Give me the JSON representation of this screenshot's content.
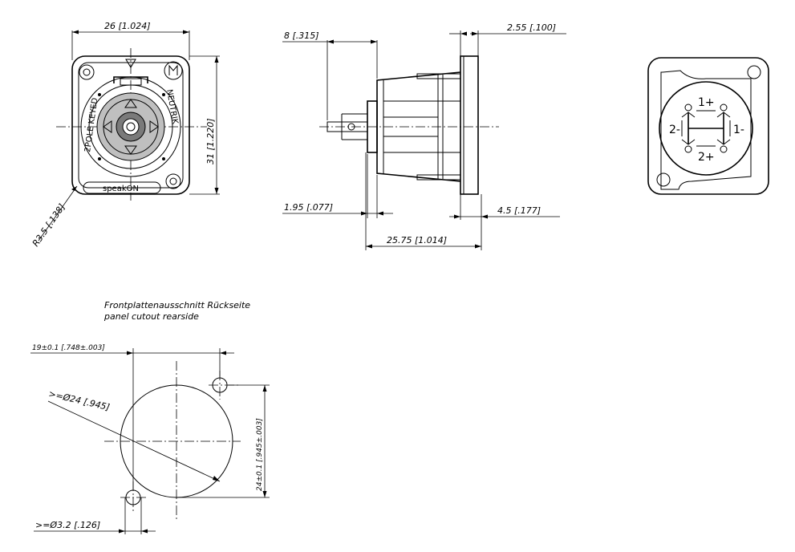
{
  "dimensions": {
    "width_front": "26 [1.024]",
    "height_front": "31 [1.220]",
    "corner_radius": "R3.5 [.138]",
    "side_depth_top": "8 [.315]",
    "side_flange": "2.55 [.100]",
    "side_plate": "1.95 [.077]",
    "side_back": "4.5 [.177]",
    "side_total": "25.75 [1.014]",
    "cutout_width": "19±0.1 [.748±.003]",
    "cutout_diameter": ">=Ø24 [.945]",
    "cutout_height": "24±0.1 [.945±.003]",
    "cutout_hole": ">=Ø3.2 [.126]"
  },
  "front_view": {
    "brand": "speakON",
    "ring_text_left": "2POLE KEYED",
    "ring_text_right": "NEUTRIK"
  },
  "rear_view": {
    "pin_top": "1+",
    "pin_left": "2-",
    "pin_right": "1-",
    "pin_bottom": "2+"
  },
  "cutout_note": {
    "line1": "Frontplattenausschnitt Rückseite",
    "line2": "panel cutout rearside"
  }
}
